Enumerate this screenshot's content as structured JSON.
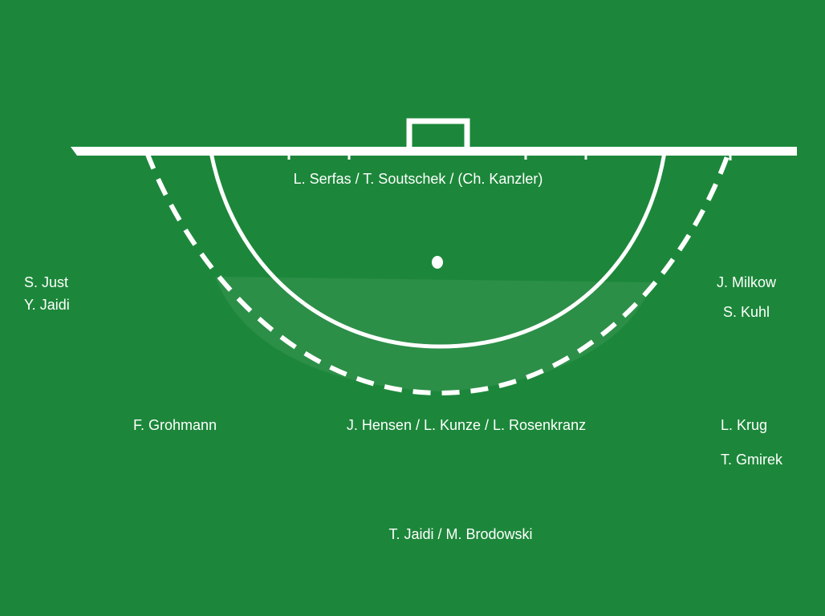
{
  "colors": {
    "pitch": "#1c873a",
    "lines": "#ffffff"
  },
  "players": {
    "goalkeepers": "L. Serfas / T. Soutschek / (Ch. Kanzler)",
    "left_wing_1": "S. Just",
    "left_wing_2": "Y. Jaidi",
    "right_wing_1": "J. Milkow",
    "right_wing_2": "S. Kuhl",
    "left_back": "F. Grohmann",
    "center_back": "J. Hensen / L. Kunze / L. Rosenkranz",
    "right_back_1": "L. Krug",
    "right_back_2": "T. Gmirek",
    "deep": "T. Jaidi / M. Brodowski"
  }
}
